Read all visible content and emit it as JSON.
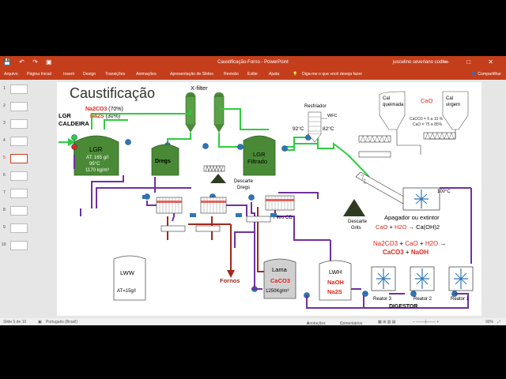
{
  "window": {
    "title": "Caustificação-Forno  -  PowerPoint",
    "user": "juscelino severiano codho",
    "window_controls": [
      "—",
      "□",
      "✕"
    ]
  },
  "ribbon": {
    "tabs": [
      "Arquivo",
      "Página Inicial",
      "Inserir",
      "Design",
      "Transições",
      "Animações",
      "Apresentação de Slides",
      "Revisão",
      "Exibir",
      "Ajuda"
    ],
    "tell_me": "Diga-me o que você deseja fazer",
    "share": "Compartilhar"
  },
  "thumbnails": [
    {
      "num": "1"
    },
    {
      "num": "2"
    },
    {
      "num": "3"
    },
    {
      "num": "4"
    },
    {
      "num": "5",
      "selected": true
    },
    {
      "num": "6"
    },
    {
      "num": "7"
    },
    {
      "num": "8"
    },
    {
      "num": "9"
    },
    {
      "num": "10"
    }
  ],
  "slide": {
    "title": "Caustificação",
    "labels": {
      "xfilter": "X-filter",
      "na2co3": "Na2CO3",
      "na2co3_pct": " (70%)",
      "na2s": "Na2S",
      "na2s_pct": " (30%)",
      "lgr_caldeira_1": "LGR",
      "lgr_caldeira_2": "CALDEIRA",
      "lgr_tank": "LGR",
      "lgr_at": "AT: 165 g/l",
      "lgr_temp": "95°C",
      "lgr_dens": "1170 kg/m³",
      "dregs": "Dregs",
      "lgr_filtrado_1": "LGR",
      "lgr_filtrado_2": "Filtrado",
      "descarte_dregs_1": "Descarte",
      "descarte_dregs_2": "Dregs",
      "resfriador": "Resfriador",
      "wfc": "WFC",
      "t92": "92°C",
      "t82": "82°C",
      "cal_queimada_1": "Cal",
      "cal_queimada_2": "queimada",
      "cao_red": "CaO",
      "cal_virgem_1": "Cal",
      "cal_virgem_2": "virgem",
      "caco3_pct": "CaCO3 = 5 a 10 %",
      "cao_pct": "CaO = 75 a 85%",
      "t100": "100°C",
      "descarte_grits_1": "Descarte",
      "descarte_grits_2": "Grits",
      "apagador": "Apagador ou extintor",
      "rx1_a": "CaO",
      "rx1_b": " + ",
      "rx1_c": "H2O",
      "rx1_d": "  → Ca(OH)2",
      "rx2_a": "Na2CO3",
      "rx2_b": " + ",
      "rx2_c": "CaO",
      "rx2_d": " + ",
      "rx2_e": "H2O",
      "rx2_f": " →",
      "rx3_a": "CaCO3",
      "rx3_b": " + ",
      "rx3_c": "NaOH",
      "filtro_cd": "Filtro CD",
      "lww": "LWW",
      "lww_at": "AT=15g/l",
      "fornos": "Fornos",
      "lama": "Lama",
      "lama_caco3": "CaCO3",
      "lama_dens": "1250Kg/m³",
      "lwh": "LWH",
      "lwh_naoh": "NaOH",
      "lwh_na2s": "Na2S",
      "reator3": "Reator 3",
      "reator2": "Reator 2",
      "reator1": "Reator 1",
      "digestor": "DIGESTOR"
    }
  },
  "status": {
    "slide_info": "Slide 5 de 10",
    "language": "Português (Brasil)",
    "notes": "Anotações",
    "comments": "Comentários",
    "zoom": "90%"
  },
  "colors": {
    "brand": "#c43e1c",
    "pipe_green": "#2ecc40",
    "pipe_purple": "#7030a0",
    "pipe_darkred": "#a0281c",
    "tank_green": "#4a8a36",
    "pump_blue": "#2e75b6",
    "text_red": "#e0261c"
  }
}
